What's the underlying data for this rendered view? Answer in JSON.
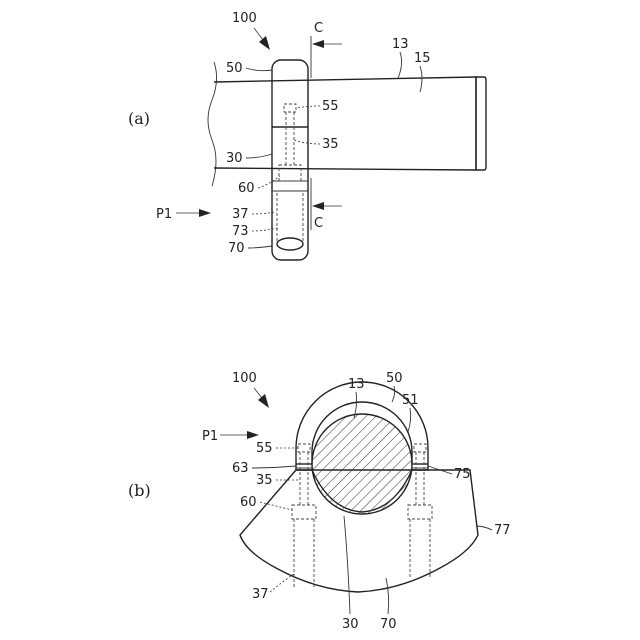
{
  "figure_a": {
    "panel_label": "(a)",
    "labels": {
      "assembly": "100",
      "section_top": "C",
      "section_bottom": "C",
      "l13": "13",
      "l15": "15",
      "l50": "50",
      "l55": "55",
      "l35": "35",
      "l30": "30",
      "l60": "60",
      "p1": "P1",
      "l37": "37",
      "l73": "73",
      "l70": "70"
    }
  },
  "figure_b": {
    "panel_label": "(b)",
    "labels": {
      "assembly": "100",
      "l13": "13",
      "l50": "50",
      "l51": "51",
      "p1": "P1",
      "l55": "55",
      "l63": "63",
      "l75": "75",
      "l35": "35",
      "l60": "60",
      "l77": "77",
      "l37": "37",
      "l30": "30",
      "l70": "70"
    }
  }
}
